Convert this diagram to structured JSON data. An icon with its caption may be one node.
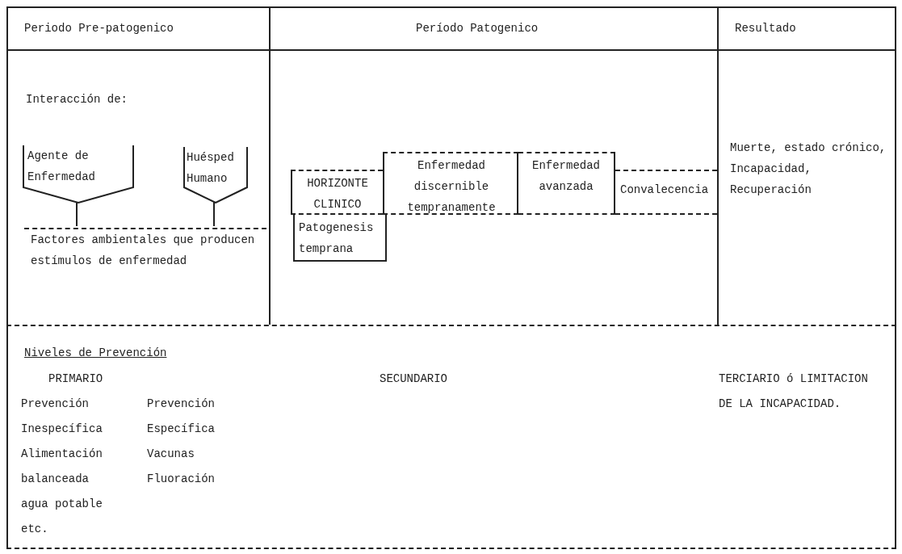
{
  "diagram": {
    "nodes": [
      {
        "text": [
          "Periodo Pre-patogenico",
          "Interacción de:"
        ]
      },
      {
        "text": [
          "Agente de Enfermedad"
        ],
        "in": 0
      },
      {
        "text": [
          "Huésped Humano"
        ],
        "in": 0
      },
      {
        "text": [
          "Factores ambientales que producen estímulos de enfermedad"
        ],
        "in": 0
      },
      {
        "text": [
          "Período Patogenico"
        ]
      },
      {
        "text": [
          "HORIZONTE CLINICO"
        ],
        "in": 4
      },
      {
        "text": [
          "Enfermedad discernible tempranamente"
        ],
        "in": 4
      },
      {
        "text": [
          "Enfermedad avanzada"
        ],
        "in": 4
      },
      {
        "text": [
          "Convalecencia"
        ],
        "in": 4
      },
      {
        "text": [
          "Patogenesis temprana"
        ],
        "in": 4
      },
      {
        "text": [
          "Resultado",
          "Muerte, estado crónico, Incapacidad, Recuperación"
        ]
      },
      {
        "text": [
          "Niveles de Prevención"
        ]
      }
    ],
    "edges": [
      {
        "from": 1,
        "to": 3,
        "arrow": "none"
      },
      {
        "from": 2,
        "to": 3,
        "arrow": "none"
      }
    ],
    "labels": [
      "PRIMARIO",
      "SECUNDARIO",
      "TERCIARIO ó LIMITACION DE LA INCAPACIDAD.",
      "Prevención Inespecífica",
      "Prevención Específica",
      "Alimentación balanceada",
      "Vacunas",
      "Fluoración",
      "agua potable",
      "etc."
    ]
  }
}
